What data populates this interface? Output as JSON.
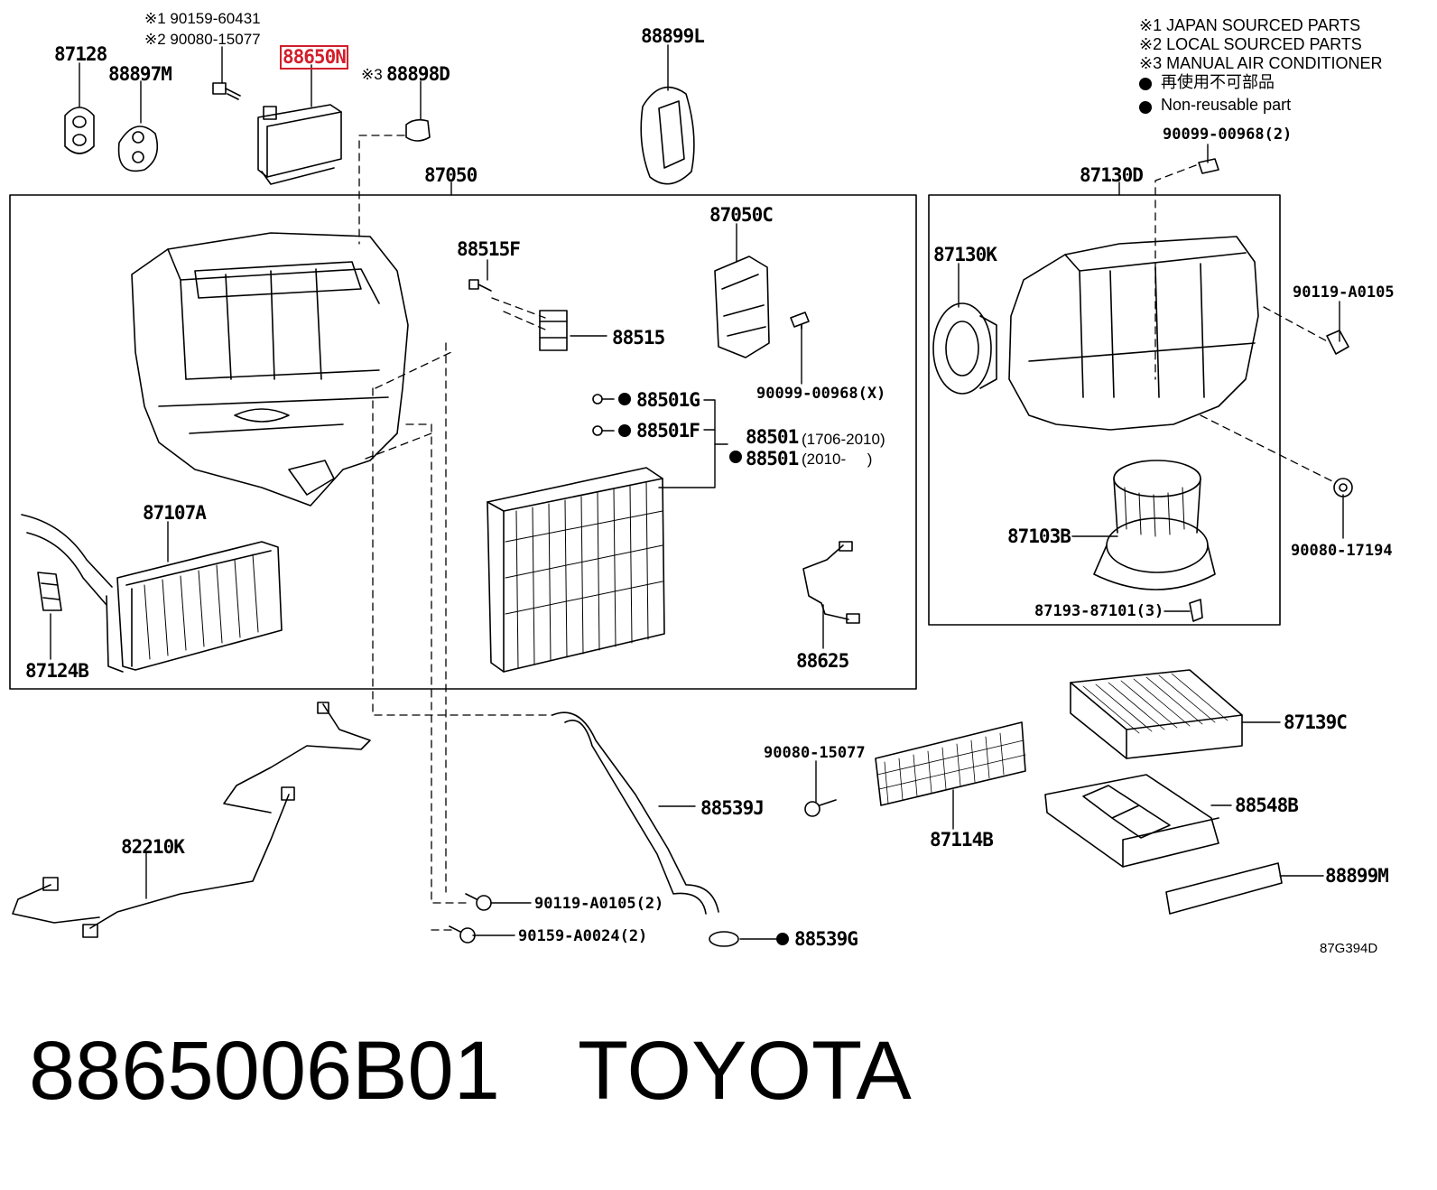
{
  "legend": {
    "notes": [
      "※1 JAPAN SOURCED PARTS",
      "※2 LOCAL SOURCED PARTS",
      "※3 MANUAL AIR CONDITIONER"
    ],
    "non_reusable_jp": "再使用不可部品",
    "non_reusable_en": "Non-reusable part"
  },
  "top_notes": {
    "bolt1": "※1 90159-60431",
    "bolt2": "※2 90080-15077",
    "manual_ac_prefix": "※3"
  },
  "labels": {
    "p87128": "87128",
    "p88897M": "88897M",
    "p88650N": "88650N",
    "p88898D": "88898D",
    "p88899L": "88899L",
    "p90099_00968_2": "90099-00968(2)",
    "p87050": "87050",
    "p87130D": "87130D",
    "p88515F": "88515F",
    "p88515": "88515",
    "p87050C": "87050C",
    "p90099_00968_X": "90099-00968(X)",
    "p87130K": "87130K",
    "p90119_A0105": "90119-A0105",
    "p88501G": "88501G",
    "p88501F": "88501F",
    "p88501_a": "88501",
    "p88501_a_range": "(1706-2010)",
    "p88501_b": "88501",
    "p88501_b_range": "(2010-     )",
    "p87107A": "87107A",
    "p87103B": "87103B",
    "p90080_17194": "90080-17194",
    "p87193_87101_3": "87193-87101(3)",
    "p87124B": "87124B",
    "p88625": "88625",
    "p87139C": "87139C",
    "p90080_15077": "90080-15077",
    "p88539J": "88539J",
    "p88548B": "88548B",
    "p82210K": "82210K",
    "p87114B": "87114B",
    "p88899M": "88899M",
    "p90119_A0105_2": "90119-A0105(2)",
    "p90159_A0024_2": "90159-A0024(2)",
    "p88539G": "88539G"
  },
  "diagram_code": "87G394D",
  "footer": {
    "part_number": "8865006B01",
    "brand": "TOYOTA"
  },
  "highlight_color": "#d21f2b"
}
